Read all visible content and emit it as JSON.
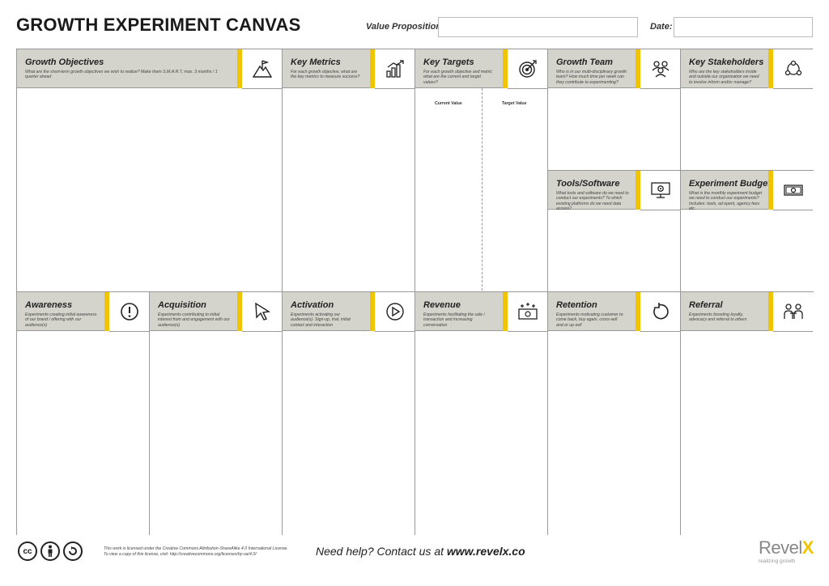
{
  "title": "GROWTH EXPERIMENT CANVAS",
  "fields": {
    "value_proposition_label": "Value Proposition:",
    "value_proposition_value": "",
    "date_label": "Date:",
    "date_value": ""
  },
  "blocks": {
    "growth_objectives": {
      "title": "Growth Objectives",
      "desc": "What are the short-term growth objectives we wish to realize? Make them S.M.A.R.T, max. 3 months / 1 quarter ahead",
      "icon": "mountain-flag-icon"
    },
    "key_metrics": {
      "title": "Key Metrics",
      "desc": "For each growth objective, what are the key metrics to measure success?",
      "icon": "bar-chart-up-icon"
    },
    "key_targets": {
      "title": "Key Targets",
      "desc": "For each growth objective and metric what are the current and target values?",
      "icon": "target-icon",
      "current_label": "Current Value",
      "target_label": "Target Value"
    },
    "growth_team": {
      "title": "Growth Team",
      "desc": "Who is in our multi-disciplinary growth team? How much time per week can they contribute to experimenting?",
      "icon": "team-icon"
    },
    "key_stakeholders": {
      "title": "Key Stakeholders",
      "desc": "Who are the key stakeholders inside and outside our organization we need to involve inform and/or manage?",
      "icon": "stakeholders-icon"
    },
    "tools_software": {
      "title": "Tools/Software",
      "desc": "What tools and software do we need to conduct our experiments? To which existing platforms do we need data access?",
      "icon": "monitor-gear-icon"
    },
    "experiment_budget": {
      "title": "Experiment Budget",
      "desc": "What is the monthly experiment budget we need to conduct our experiments? Includes: tools, ad-spent, agency fees etc.",
      "icon": "cash-icon"
    },
    "awareness": {
      "title": "Awareness",
      "desc": "Experiments creating initial awareness of our brand / offering with our audience(s)",
      "icon": "exclamation-icon"
    },
    "acquisition": {
      "title": "Acquisition",
      "desc": "Experiments contributing to initial interest from and engagement with our audience(s)",
      "icon": "cursor-icon"
    },
    "activation": {
      "title": "Activation",
      "desc": "Experiments activating our audience(s). Sign-up, trial, initial contact and interaction",
      "icon": "play-icon"
    },
    "revenue": {
      "title": "Revenue",
      "desc": "Experiments facilitating the sale / transaction and increasing conversation",
      "icon": "money-icon"
    },
    "retention": {
      "title": "Retention",
      "desc": "Experiments motivating customer to come back, buy again, cross-sell and.or up-sell",
      "icon": "refresh-icon"
    },
    "referral": {
      "title": "Referral",
      "desc": "Experiments boosting loyalty, advocacy and referral to others",
      "icon": "referral-icon"
    }
  },
  "footer": {
    "license_line1": "This work is licensed under the Creative Commons Attribution-ShareAlike 4.0 International License.",
    "license_line2": "To view a copy of this license, visit: http://creativecommons.org/licenses/by-sa/4.0/",
    "cc_label": "cc",
    "help_prefix": "Need help? Contact us at ",
    "help_url": "www.revelx.co",
    "brand_name": "Revel",
    "brand_x": "X",
    "brand_tagline": "realizing growth"
  },
  "colors": {
    "accent": "#f2c400",
    "header_bg": "#d4d4cc",
    "border": "#999999"
  }
}
